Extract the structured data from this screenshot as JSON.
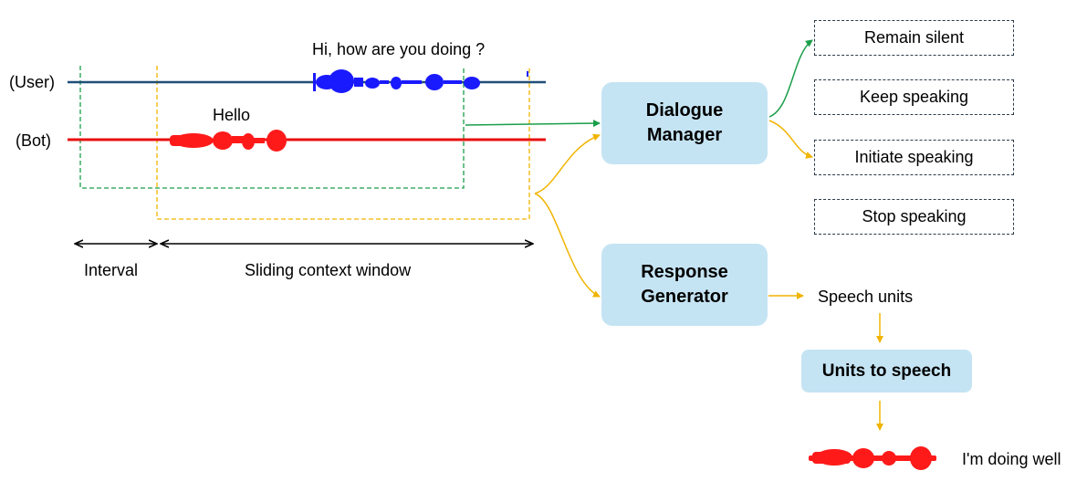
{
  "timeline": {
    "user_label": "(User)",
    "bot_label": "(Bot)",
    "user_utterance": "Hi, how are you doing ?",
    "bot_utterance": "Hello",
    "interval_label": "Interval",
    "window_label": "Sliding context window"
  },
  "modules": {
    "dialogue_manager": "Dialogue\nManager",
    "response_generator": "Response\nGenerator",
    "units_to_speech": "Units to speech"
  },
  "actions": [
    "Remain silent",
    "Keep speaking",
    "Initiate speaking",
    "Stop speaking"
  ],
  "outputs": {
    "speech_units": "Speech units",
    "final_utterance": "I'm doing well"
  },
  "colors": {
    "user_line": "#1f4e79",
    "user_wave": "#1a1aff",
    "bot_wave": "#ff1a1a",
    "green_arrow": "#1a9e4a",
    "yellow_arrow": "#f0b400",
    "module_fill": "#c5e4f3"
  }
}
